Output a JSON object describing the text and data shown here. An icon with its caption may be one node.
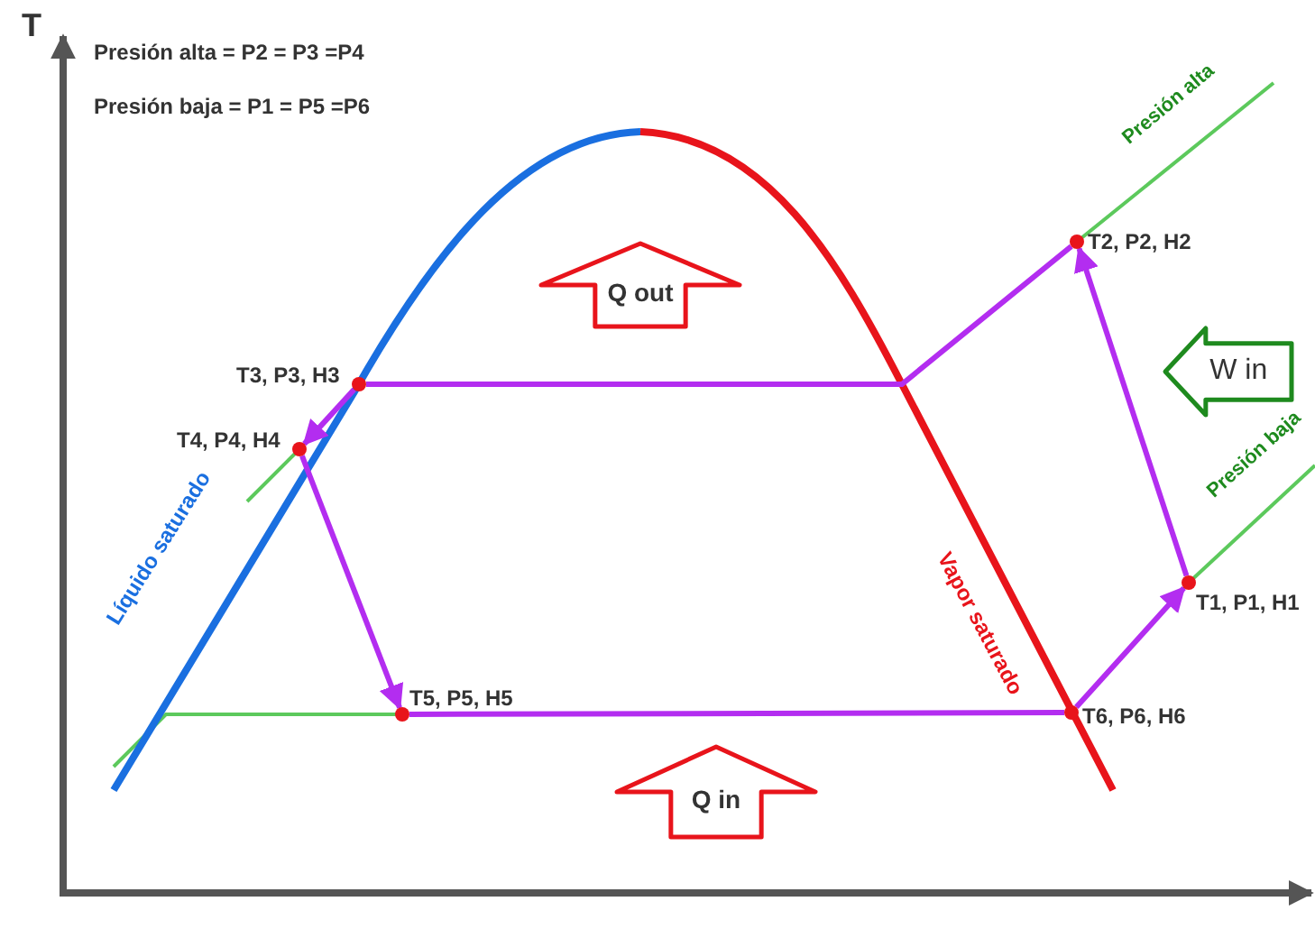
{
  "diagram": {
    "nodes": [
      {
        "text": [
          "T1, P1, H1"
        ]
      },
      {
        "text": [
          "T2, P2, H2"
        ]
      },
      {
        "text": [
          "T3, P3, H3"
        ]
      },
      {
        "text": [
          "T4, P4, H4"
        ]
      },
      {
        "text": [
          "T5, P5, H5"
        ]
      },
      {
        "text": [
          "T6, P6, H6"
        ]
      },
      {
        "text": [
          "Q out"
        ]
      },
      {
        "text": [
          "W in"
        ]
      },
      {
        "text": [
          "Q in"
        ]
      }
    ],
    "edges": [
      {
        "from": 0,
        "to": 1,
        "arrow": "to"
      },
      {
        "from": 1,
        "to": 2,
        "arrow": "none"
      },
      {
        "from": 2,
        "to": 3,
        "arrow": "to"
      },
      {
        "from": 3,
        "to": 4,
        "arrow": "to"
      },
      {
        "from": 4,
        "to": 5,
        "arrow": "none"
      },
      {
        "from": 5,
        "to": 0,
        "arrow": "to"
      }
    ],
    "labels": [
      "T",
      "Presión alta = P2 = P3 =P4",
      "Presión baja = P1 = P5 =P6",
      "Presión alta",
      "Presión baja",
      "Líquido saturado",
      "Vapor saturado"
    ]
  }
}
